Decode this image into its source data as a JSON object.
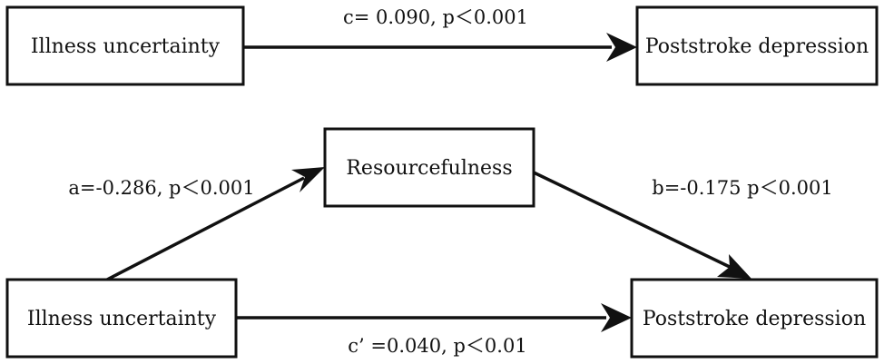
{
  "diagram": {
    "top_model": {
      "predictor": "Illness uncertainty",
      "outcome": "Poststroke depression",
      "path_c": "c= 0.090, p＜0.001"
    },
    "mediation_model": {
      "predictor": "Illness uncertainty",
      "mediator": "Resourcefulness",
      "outcome": "Poststroke depression",
      "path_a": "a=-0.286, p＜0.001",
      "path_b": "b=-0.175 p＜0.001",
      "path_c_prime": "c’ =0.040, p＜0.01"
    },
    "colors": {
      "stroke": "#111111",
      "background": "#ffffff"
    }
  }
}
